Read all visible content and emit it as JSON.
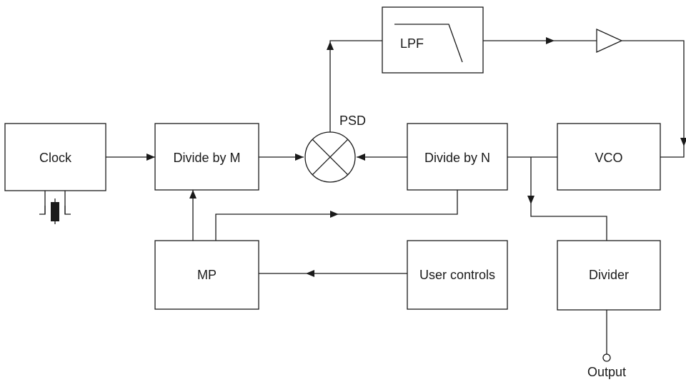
{
  "blocks": {
    "clock": "Clock",
    "divide_m": "Divide by M",
    "psd": "PSD",
    "lpf": "LPF",
    "divide_n": "Divide by N",
    "vco": "VCO",
    "mp": "MP",
    "user_controls": "User controls",
    "divider": "Divider",
    "output": "Output"
  },
  "colors": {
    "line": "#1a1a1a",
    "background": "#ffffff"
  }
}
